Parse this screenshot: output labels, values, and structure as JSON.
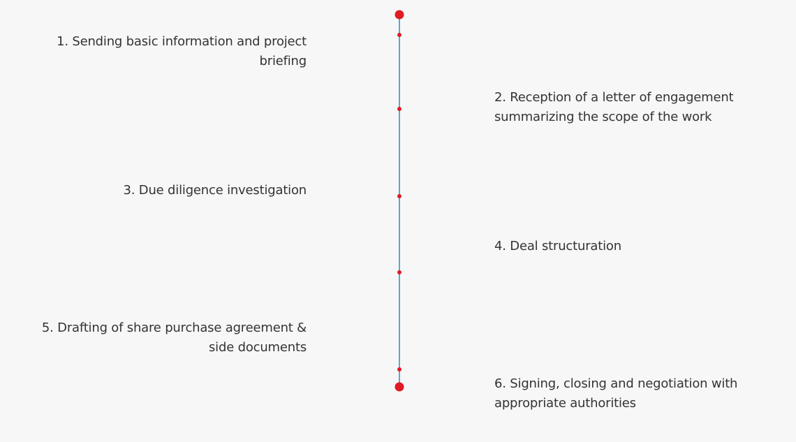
{
  "colors": {
    "background": "#f7f7f7",
    "line": "#5fa6cf",
    "dot": "#e01b24",
    "text": "#333333"
  },
  "steps": [
    {
      "label": "1. Sending basic information and project briefing",
      "side": "left"
    },
    {
      "label": "2. Reception of a letter of engagement summarizing the scope of the work",
      "side": "right"
    },
    {
      "label": "3. Due diligence investigation",
      "side": "left"
    },
    {
      "label": "4. Deal structuration",
      "side": "right"
    },
    {
      "label": "5. Drafting of share purchase agreement & side documents",
      "side": "left"
    },
    {
      "label": "6. Signing, closing and negotiation with appropriate authorities",
      "side": "right"
    }
  ]
}
